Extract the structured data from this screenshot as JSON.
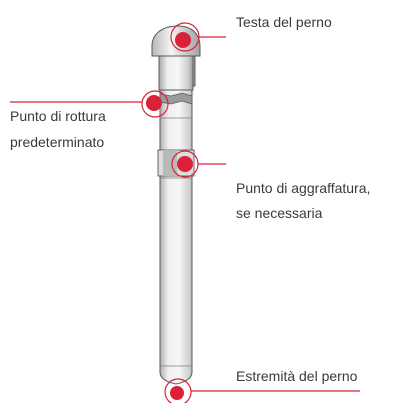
{
  "labels": {
    "pin_head": "Testa del perno",
    "break_point_line1": "Punto di rottura",
    "break_point_line2": "predeterminato",
    "crimp_point_line1": "Punto di aggraffatura,",
    "crimp_point_line2": "se necessaria",
    "pin_end": "Estremità del perno"
  },
  "colors": {
    "accent": "#d9213a",
    "pin_light": "#f2f2f2",
    "pin_mid": "#d6d6d6",
    "pin_dark": "#9a9a9a",
    "pin_outline": "#5a5a5a",
    "text": "#3a3a3a"
  }
}
